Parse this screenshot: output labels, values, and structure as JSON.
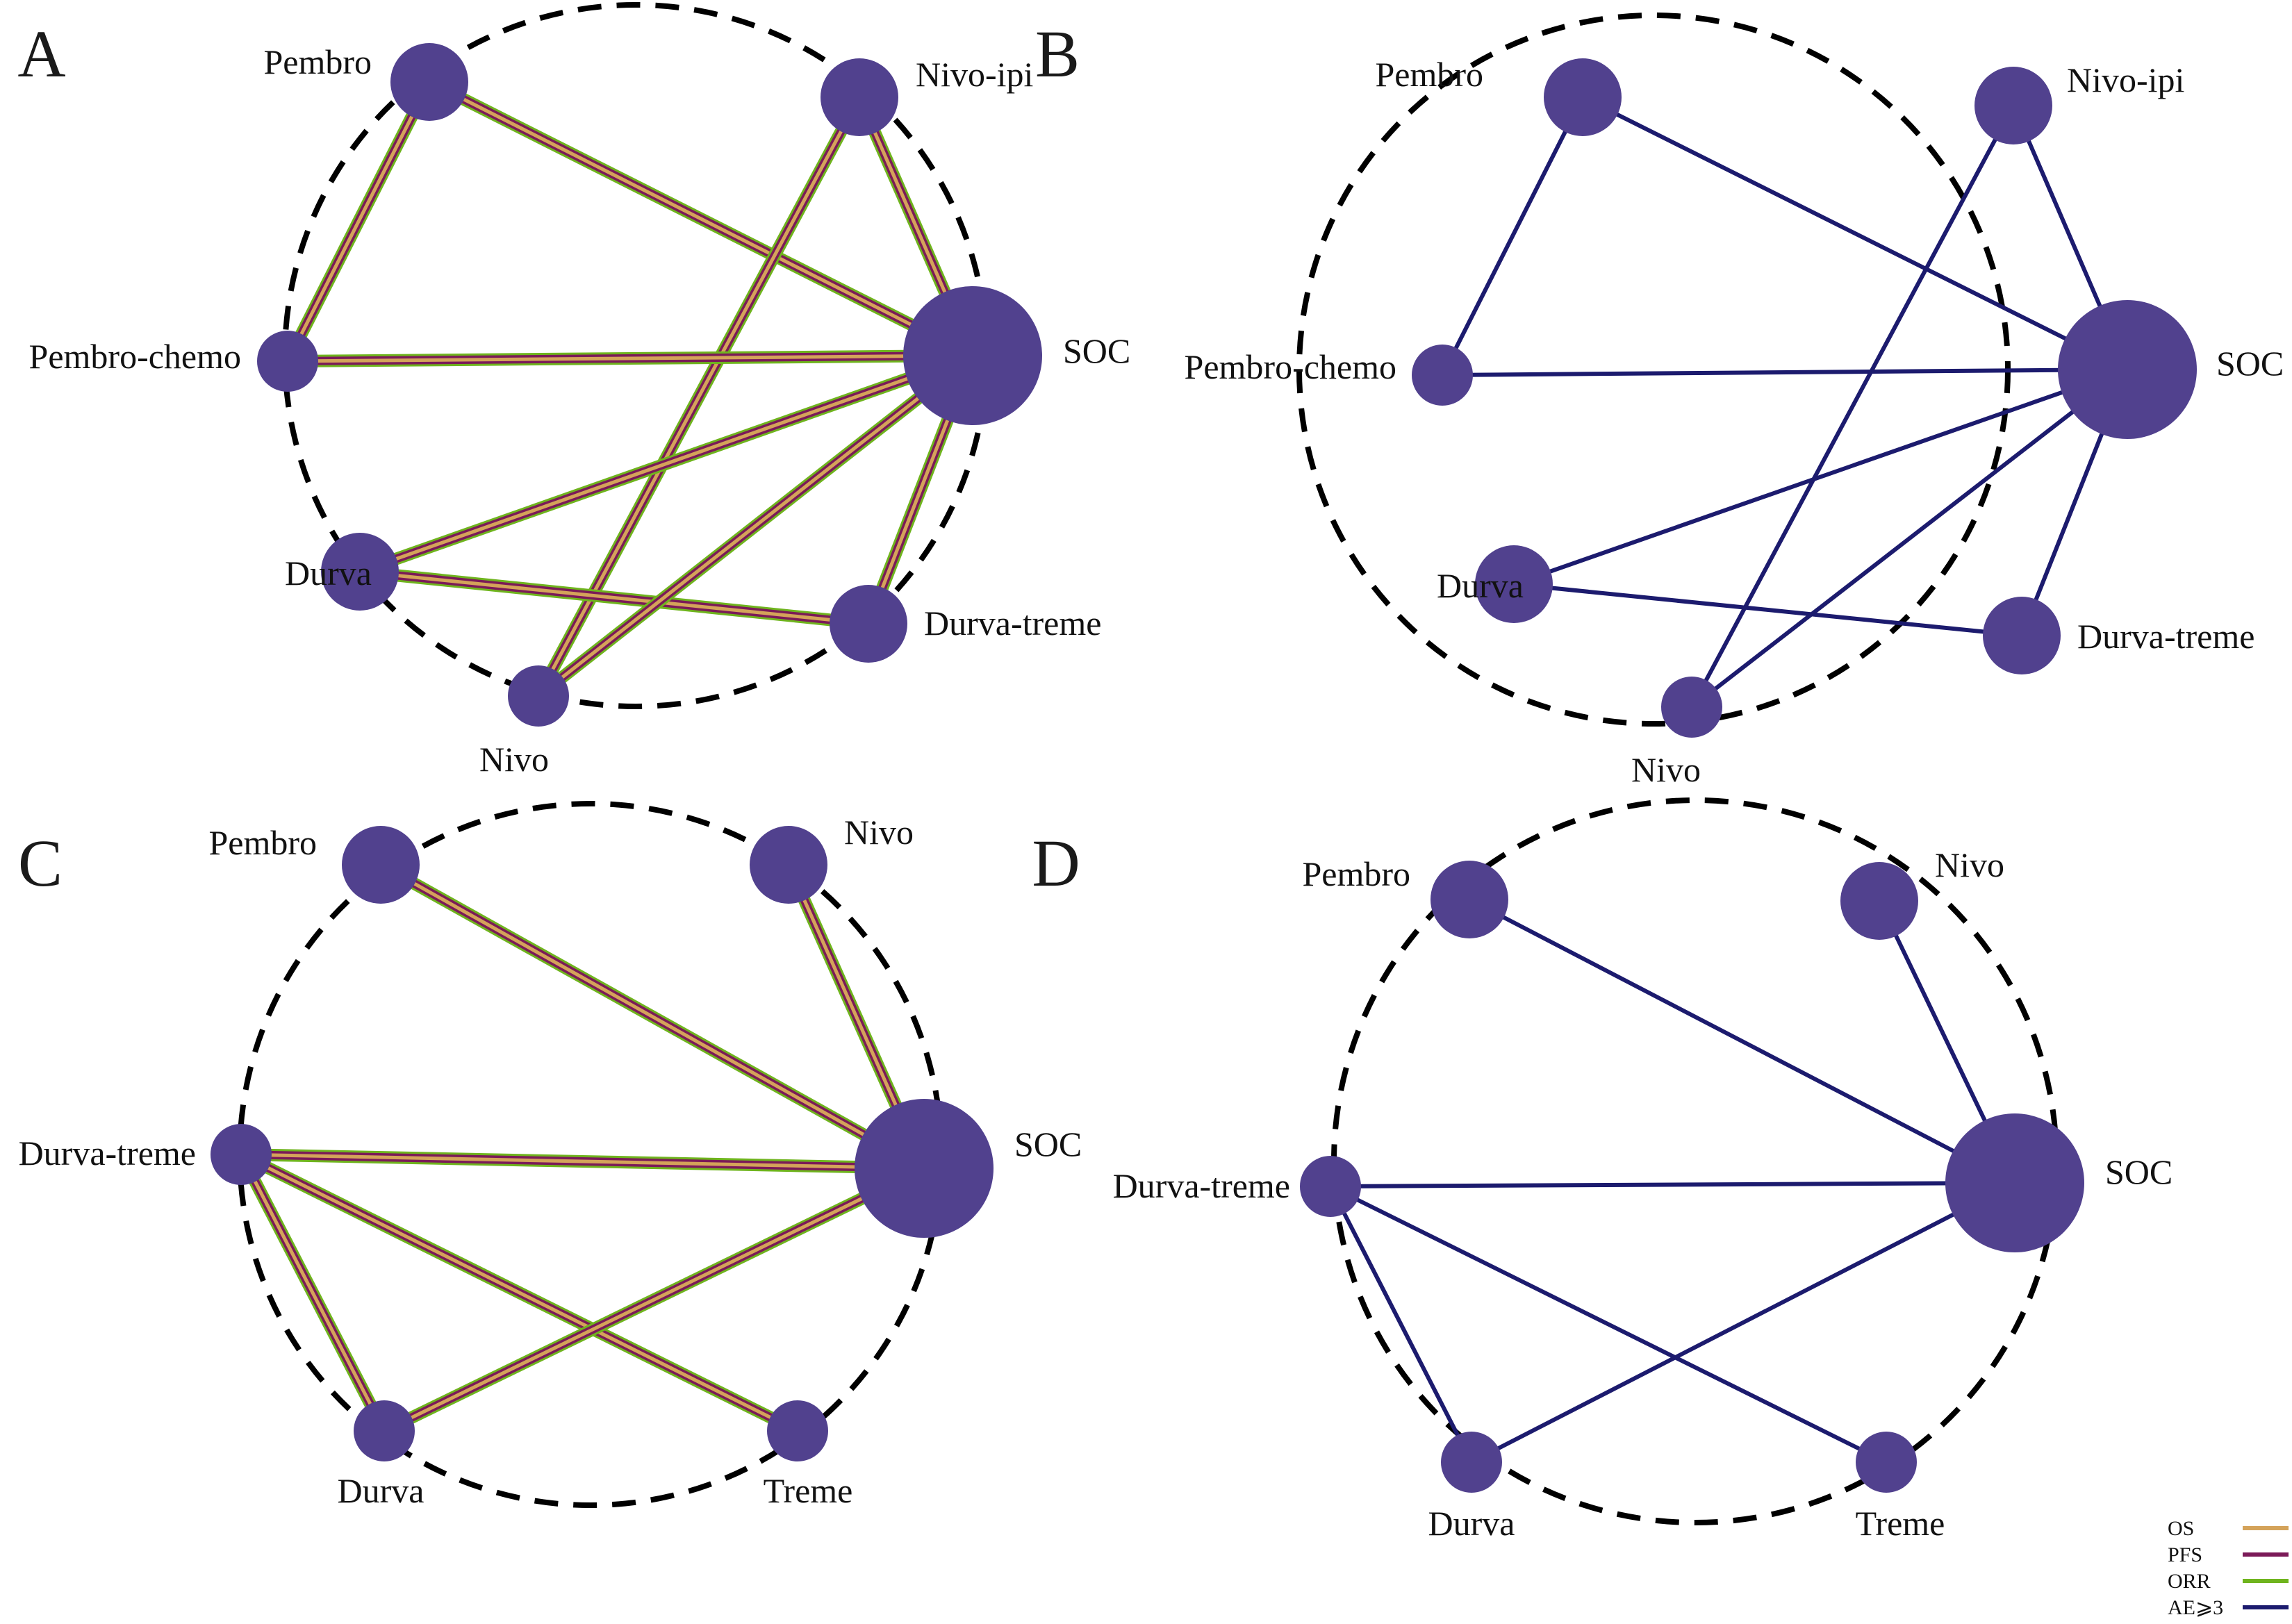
{
  "colors": {
    "node": "#51418e",
    "OS": "#d4a35a",
    "PFS": "#7b1a58",
    "ORR": "#6fb41e",
    "AE": "#1c1b6e",
    "ring": "#000000"
  },
  "legend": [
    {
      "key": "OS",
      "label": "OS"
    },
    {
      "key": "PFS",
      "label": "PFS"
    },
    {
      "key": "ORR",
      "label": "ORR"
    },
    {
      "key": "AE",
      "label": "AE⩾3"
    }
  ],
  "panels": [
    {
      "letter": "A",
      "outcomes": [
        "OS",
        "PFS",
        "ORR"
      ],
      "nodes": [
        {
          "id": "Pembro",
          "label": "Pembro",
          "size": 2
        },
        {
          "id": "Nivo-ipi",
          "label": "Nivo-ipi",
          "size": 2
        },
        {
          "id": "Pembro-chemo",
          "label": "Pembro-chemo",
          "size": 1
        },
        {
          "id": "SOC",
          "label": "SOC",
          "size": 6
        },
        {
          "id": "Durva",
          "label": "Durva",
          "size": 2
        },
        {
          "id": "Durva-treme",
          "label": "Durva-treme",
          "size": 2
        },
        {
          "id": "Nivo",
          "label": "Nivo",
          "size": 1
        }
      ],
      "edges": [
        [
          "Pembro",
          "Pembro-chemo"
        ],
        [
          "Pembro",
          "SOC"
        ],
        [
          "Nivo-ipi",
          "SOC"
        ],
        [
          "Nivo-ipi",
          "Nivo"
        ],
        [
          "Pembro-chemo",
          "SOC"
        ],
        [
          "Durva",
          "SOC"
        ],
        [
          "Durva",
          "Durva-treme"
        ],
        [
          "Durva-treme",
          "SOC"
        ],
        [
          "Nivo",
          "SOC"
        ]
      ]
    },
    {
      "letter": "B",
      "outcomes": [
        "AE"
      ],
      "nodes": [
        {
          "id": "Pembro",
          "label": "Pembro",
          "size": 2
        },
        {
          "id": "Nivo-ipi",
          "label": "Nivo-ipi",
          "size": 2
        },
        {
          "id": "Pembro-chemo",
          "label": "Pembro-chemo",
          "size": 1
        },
        {
          "id": "SOC",
          "label": "SOC",
          "size": 6
        },
        {
          "id": "Durva",
          "label": "Durva",
          "size": 2
        },
        {
          "id": "Durva-treme",
          "label": "Durva-treme",
          "size": 2
        },
        {
          "id": "Nivo",
          "label": "Nivo",
          "size": 1
        }
      ],
      "edges": [
        [
          "Pembro",
          "Pembro-chemo"
        ],
        [
          "Pembro",
          "SOC"
        ],
        [
          "Nivo-ipi",
          "SOC"
        ],
        [
          "Nivo-ipi",
          "Nivo"
        ],
        [
          "Pembro-chemo",
          "SOC"
        ],
        [
          "Durva",
          "SOC"
        ],
        [
          "Durva",
          "Durva-treme"
        ],
        [
          "Durva-treme",
          "SOC"
        ],
        [
          "Nivo",
          "SOC"
        ]
      ]
    },
    {
      "letter": "C",
      "outcomes": [
        "OS",
        "PFS",
        "ORR"
      ],
      "nodes": [
        {
          "id": "Pembro",
          "label": "Pembro",
          "size": 2
        },
        {
          "id": "Nivo",
          "label": "Nivo",
          "size": 2
        },
        {
          "id": "Durva-treme",
          "label": "Durva-treme",
          "size": 1
        },
        {
          "id": "SOC",
          "label": "SOC",
          "size": 6
        },
        {
          "id": "Durva",
          "label": "Durva",
          "size": 1
        },
        {
          "id": "Treme",
          "label": "Treme",
          "size": 1
        }
      ],
      "edges": [
        [
          "Pembro",
          "SOC"
        ],
        [
          "Nivo",
          "SOC"
        ],
        [
          "Durva-treme",
          "SOC"
        ],
        [
          "Durva-treme",
          "Durva"
        ],
        [
          "Durva-treme",
          "Treme"
        ],
        [
          "Durva",
          "SOC"
        ]
      ]
    },
    {
      "letter": "D",
      "outcomes": [
        "AE"
      ],
      "nodes": [
        {
          "id": "Pembro",
          "label": "Pembro",
          "size": 2
        },
        {
          "id": "Nivo",
          "label": "Nivo",
          "size": 2
        },
        {
          "id": "Durva-treme",
          "label": "Durva-treme",
          "size": 1
        },
        {
          "id": "SOC",
          "label": "SOC",
          "size": 6
        },
        {
          "id": "Durva",
          "label": "Durva",
          "size": 1
        },
        {
          "id": "Treme",
          "label": "Treme",
          "size": 1
        }
      ],
      "edges": [
        [
          "Pembro",
          "SOC"
        ],
        [
          "Nivo",
          "SOC"
        ],
        [
          "Durva-treme",
          "SOC"
        ],
        [
          "Durva-treme",
          "Durva"
        ],
        [
          "Durva-treme",
          "Treme"
        ],
        [
          "Durva",
          "SOC"
        ]
      ]
    }
  ]
}
